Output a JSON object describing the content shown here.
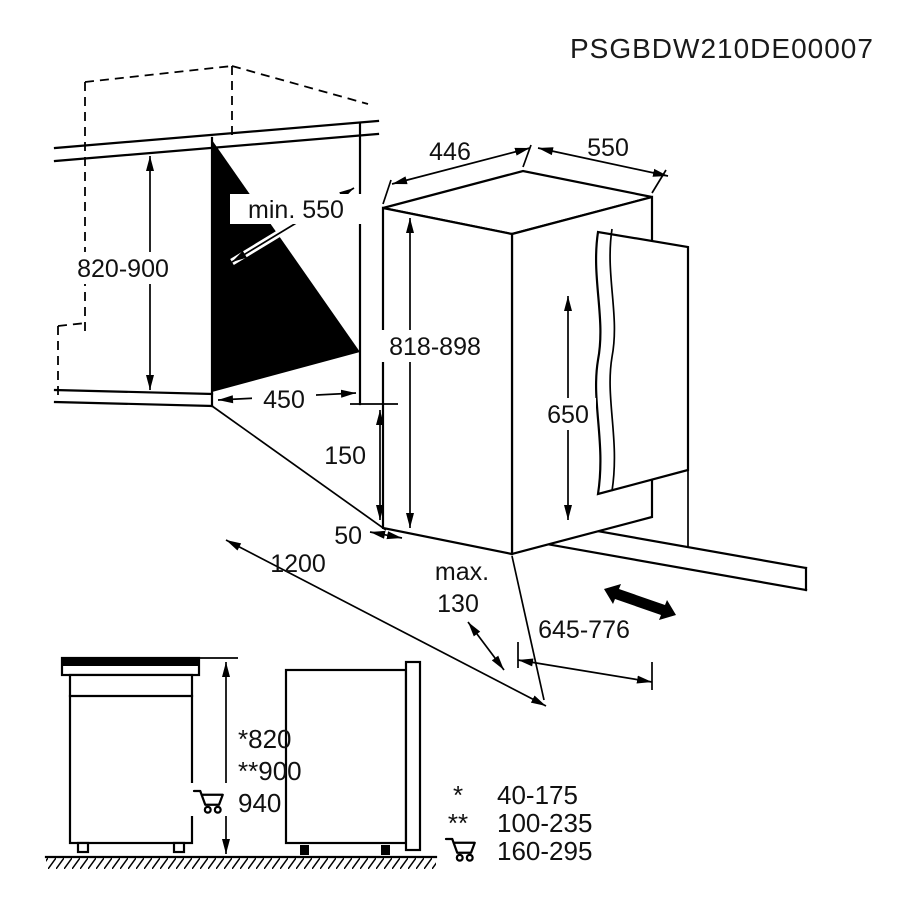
{
  "title": "PSGBDW210DE00007",
  "colors": {
    "line": "#000000",
    "background": "#ffffff"
  },
  "main": {
    "counter_height": "820-900",
    "niche_depth": "min. 550",
    "niche_width": "450",
    "width_top": "446",
    "depth_top": "550",
    "appliance_height": "818-898",
    "door_panel_height": "650",
    "plinth_height": "150",
    "gap": "50",
    "front_clearance": "1200",
    "max_word": "max.",
    "plinth_max": "130",
    "door_travel": "645-776"
  },
  "side_views": {
    "height_star": "*820",
    "height_double_star": "**900",
    "height_cart": "940"
  },
  "legend": {
    "rows": [
      {
        "symbol": "*",
        "value": "40-175"
      },
      {
        "symbol": "**",
        "value": "100-235"
      },
      {
        "symbol": "cart-icon",
        "value": "160-295"
      }
    ]
  }
}
